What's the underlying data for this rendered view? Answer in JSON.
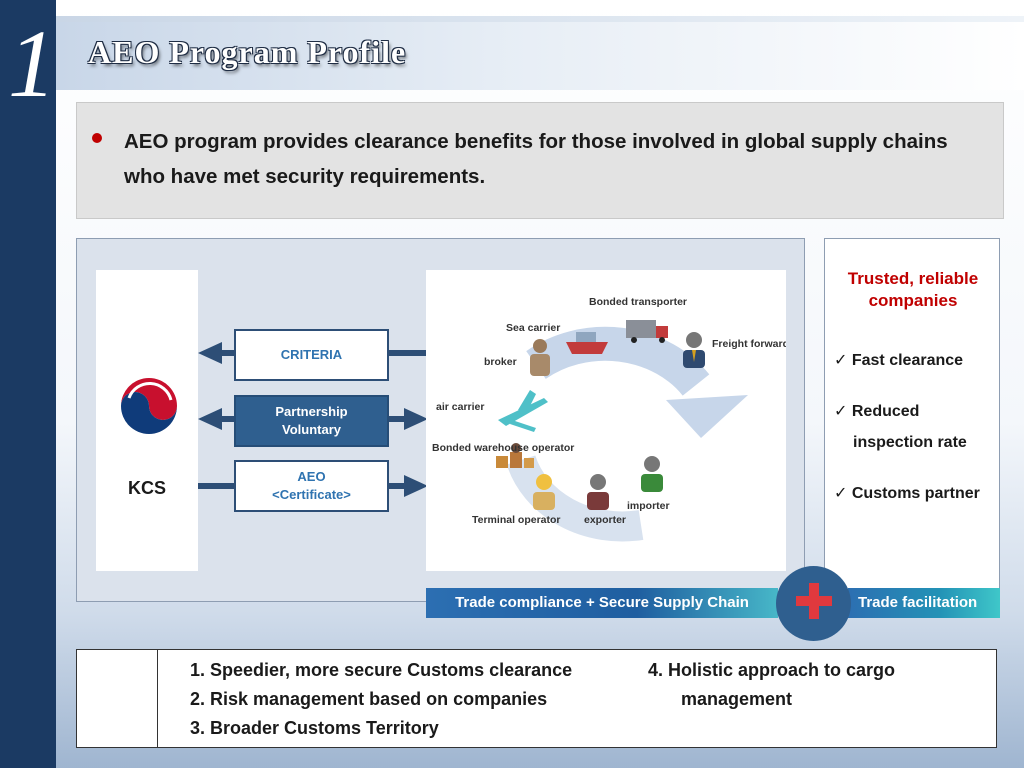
{
  "slide": {
    "number": "1",
    "title": "AEO Program Profile"
  },
  "intro": {
    "text": "AEO program provides clearance benefits for those involved  in global supply chains who have met security requirements."
  },
  "kcs": {
    "label": "KCS"
  },
  "relations": {
    "criteria": "CRITERIA",
    "partnership_line1": "Partnership",
    "partnership_line2": "Voluntary",
    "aeo_line1": "AEO",
    "aeo_line2": "<Certificate>"
  },
  "actors": {
    "bonded_transporter": "Bonded transporter",
    "sea_carrier": "Sea carrier",
    "freight_forwarder": "Freight forwarder",
    "broker": "broker",
    "air_carrier": "air carrier",
    "bonded_warehouse_operator": "Bonded warehouse operator",
    "importer": "importer",
    "terminal_operator": "Terminal operator",
    "exporter": "exporter"
  },
  "benefits": {
    "title_line1": "Trusted, reliable",
    "title_line2": "companies",
    "fast_clearance": "Fast clearance",
    "reduced_line1": "Reduced",
    "reduced_line2": "inspection rate",
    "customs_partner": "Customs partner"
  },
  "bars": {
    "compliance": "Trade compliance + Secure Supply Chain",
    "facilitation": "Trade facilitation"
  },
  "summary": {
    "item1": "1.  Speedier, more secure Customs clearance",
    "item2": "2.  Risk management based on companies",
    "item3": "3.  Broader Customs Territory",
    "item4_line1": "4.  Holistic approach to cargo",
    "item4_line2": "management"
  },
  "colors": {
    "navy": "#1b3a63",
    "accent_red": "#c00000",
    "bar_blue": "#2c6fb2",
    "link_blue": "#2f73b0"
  }
}
